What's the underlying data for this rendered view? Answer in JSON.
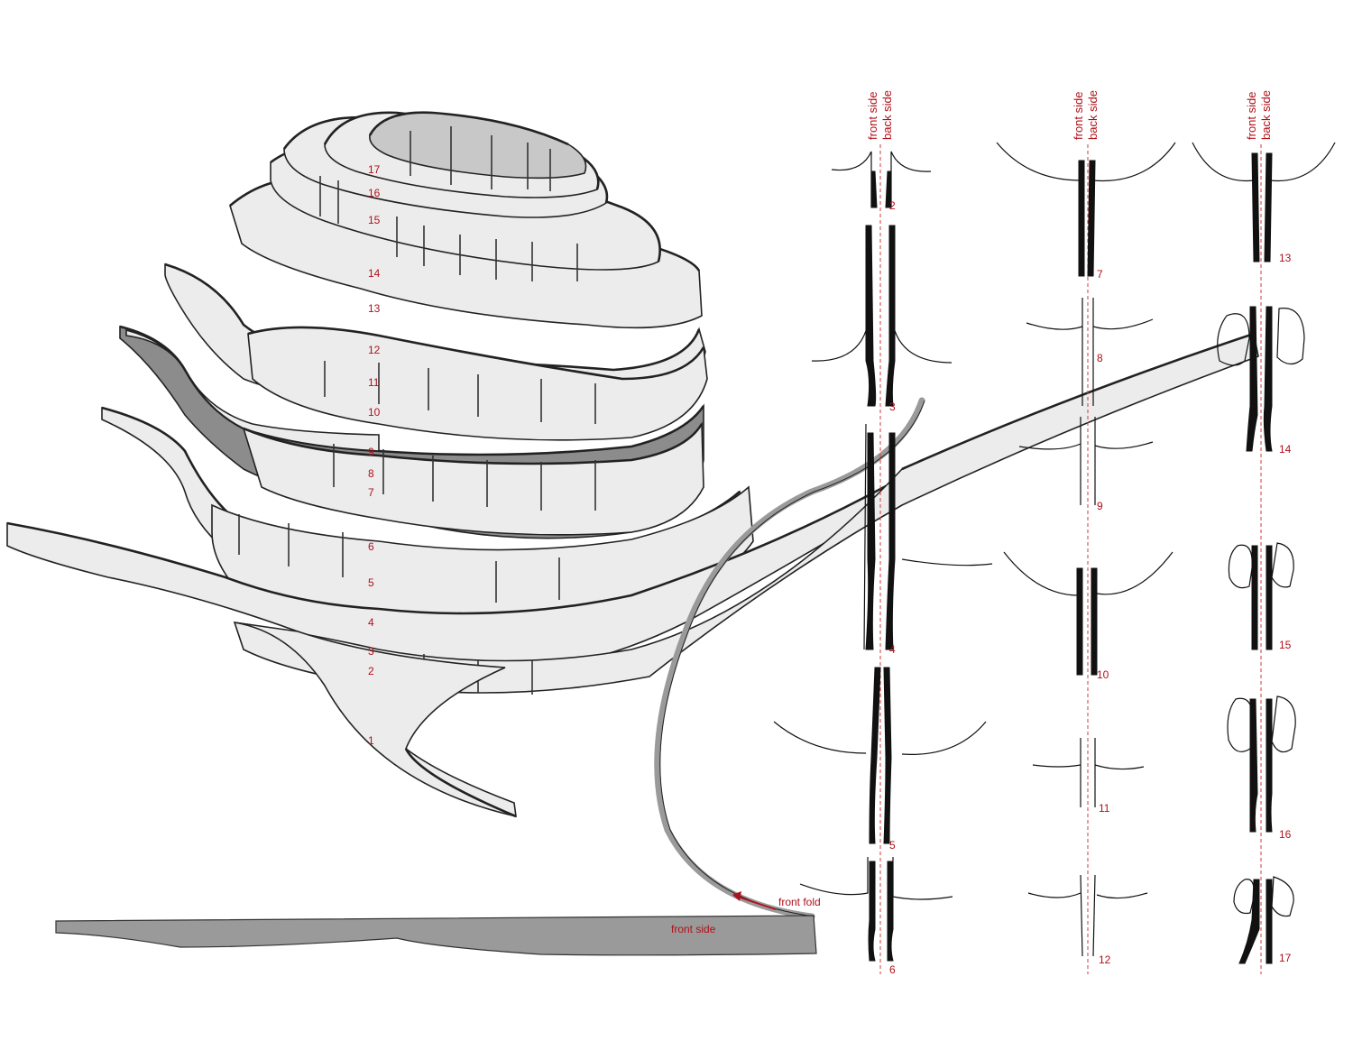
{
  "band_labels": [
    "1",
    "2",
    "3",
    "4",
    "5",
    "6",
    "7",
    "8",
    "9",
    "10",
    "11",
    "12",
    "13",
    "14",
    "15",
    "16",
    "17"
  ],
  "annotations": {
    "front_fold": "front fold",
    "front_side": "front side"
  },
  "section_headers": {
    "front": "front side",
    "back": "back side"
  },
  "section_columns": [
    {
      "labels": [
        "2",
        "3",
        "4",
        "5",
        "6"
      ]
    },
    {
      "labels": [
        "7",
        "8",
        "9",
        "10",
        "11",
        "12"
      ]
    },
    {
      "labels": [
        "13",
        "14",
        "15",
        "16",
        "17"
      ]
    }
  ],
  "colors": {
    "accent": "#b0101a",
    "band_fill": "#ececec",
    "dark_band": "#8c8c8c",
    "strip": "#9a9a9a"
  }
}
